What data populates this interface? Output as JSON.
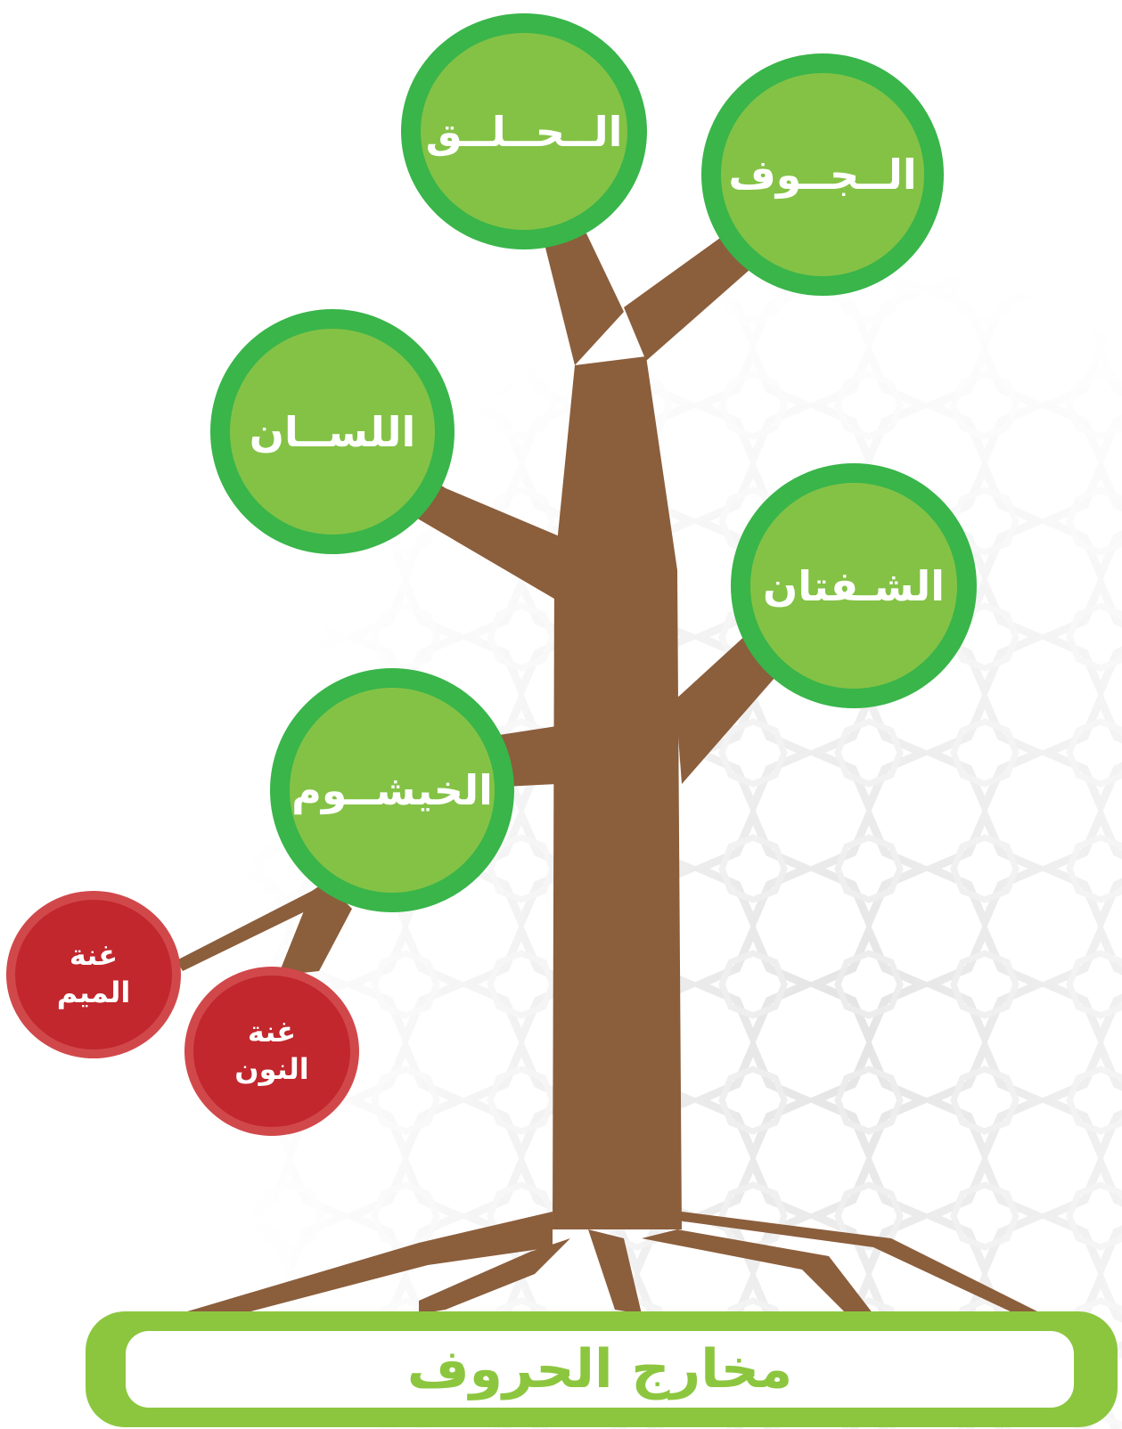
{
  "diagram": {
    "title": "مخارج الحروف",
    "nodes": [
      {
        "id": "jawf",
        "label": "الــجــوف",
        "color": "green"
      },
      {
        "id": "halq",
        "label": "الــحــلــق",
        "color": "green"
      },
      {
        "id": "lisan",
        "label": "اللســان",
        "color": "green"
      },
      {
        "id": "shafatan",
        "label": "الشـفتان",
        "color": "green"
      },
      {
        "id": "khayshum",
        "label": "الخيشــوم",
        "color": "green"
      },
      {
        "id": "ghunnat-meem",
        "label": "غنة\nالميم",
        "color": "red"
      },
      {
        "id": "ghunnat-noon",
        "label": "غنة\nالنون",
        "color": "red"
      }
    ]
  },
  "colors": {
    "trunk": "#8b5e3c",
    "node_green_fill": "#84c246",
    "node_green_ring": "#39b54a",
    "node_red_fill": "#c1272d",
    "node_red_ring": "#d1484b",
    "title_bar": "#8cc63f",
    "pattern": "#e6e6e6"
  }
}
